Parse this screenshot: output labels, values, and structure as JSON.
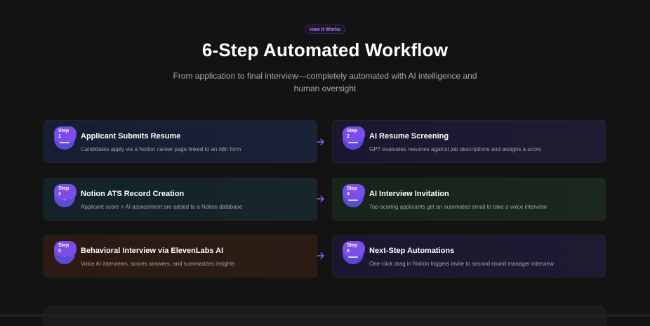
{
  "header": {
    "badge": "How It Works",
    "title": "6-Step Automated Workflow",
    "subtitle": "From application to final interview—completely automated with AI intelligence and human oversight"
  },
  "colors": {
    "accent": "#7b4dea",
    "arrow": "#8f5cff",
    "background": "#131313"
  },
  "steps": [
    {
      "step_label": "Step",
      "number": "1",
      "title": "Applicant Submits Resume",
      "description": "Candidates apply via a Notion career page linked to an n8n form",
      "icon": "upload-tray-icon"
    },
    {
      "step_label": "Step",
      "number": "2",
      "title": "AI Resume Screening",
      "description": "GPT evaluates resumes against job descriptions and assigns a score",
      "icon": "brain-icon"
    },
    {
      "step_label": "Step",
      "number": "3",
      "title": "Notion ATS Record Creation",
      "description": "Applicant score + AI assessment are added to a Notion database",
      "icon": "database-icon"
    },
    {
      "step_label": "Step",
      "number": "4",
      "title": "AI Interview Invitation",
      "description": "Top-scoring applicants get an automated email to take a voice interview",
      "icon": "mail-icon"
    },
    {
      "step_label": "Step",
      "number": "5",
      "title": "Behavioral Interview via ElevenLabs AI",
      "description": "Voice AI interviews, scores answers, and summarizes insights",
      "icon": "microphone-icon"
    },
    {
      "step_label": "Step",
      "number": "6",
      "title": "Next-Step Automations",
      "description": "One-click drag in Notion triggers invite to second-round manager interview",
      "icon": "automation-icon"
    }
  ]
}
